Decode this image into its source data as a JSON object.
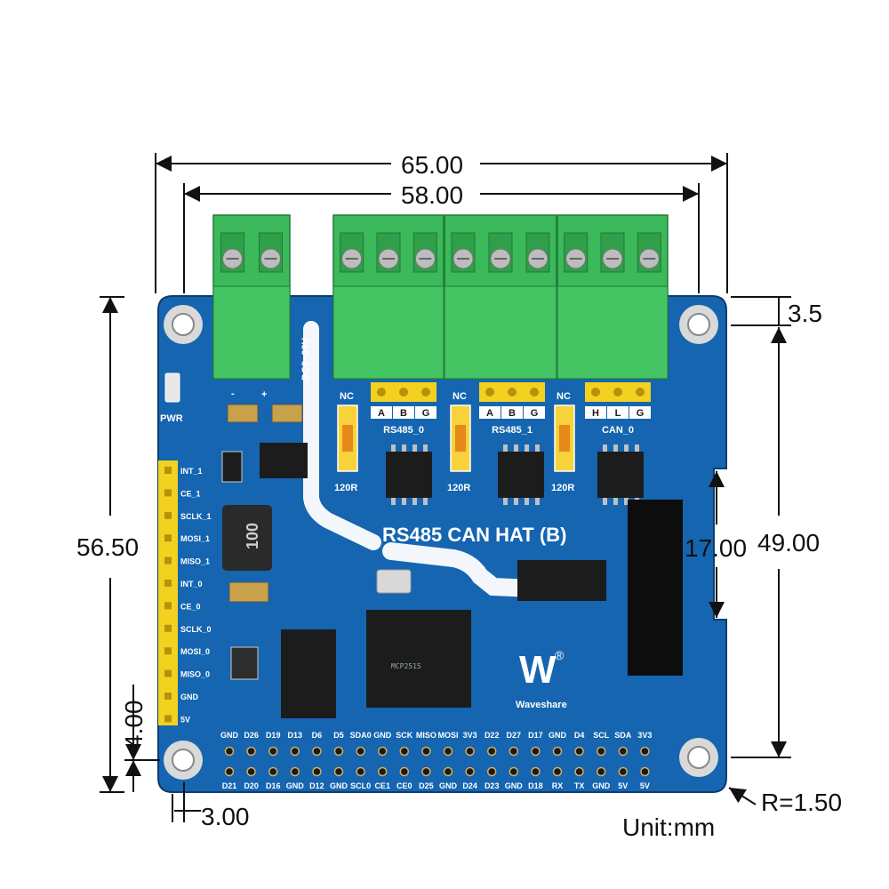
{
  "dimensions": {
    "width_overall": "65.00",
    "width_holes": "58.00",
    "height_overall": "56.50",
    "height_holes": "49.00",
    "top_offset": "3.5",
    "connector_cutout": "17.00",
    "bottom_offset": "4.00",
    "left_offset": "3.00",
    "corner_radius": "R=1.50",
    "unit": "Unit:mm"
  },
  "board": {
    "title": "RS485 CAN HAT (B)",
    "brand": "Waveshare",
    "power_label": "PWR",
    "power_input": "DC8~28V",
    "polarity_minus": "-",
    "polarity_plus": "+",
    "inductor_marking": "100",
    "mcp_marking": "MCP2515",
    "registered_mark": "®",
    "header_labels": [
      "INT_1",
      "CE_1",
      "SCLK_1",
      "MOSI_1",
      "MISO_1",
      "INT_0",
      "CE_0",
      "SCLK_0",
      "MOSI_0",
      "MISO_0",
      "GND",
      "5V"
    ],
    "terminal_groups": [
      {
        "name": "RS485_0",
        "pins": [
          "A",
          "B",
          "G"
        ],
        "jumper_top": "NC",
        "jumper_bottom": "120R"
      },
      {
        "name": "RS485_1",
        "pins": [
          "A",
          "B",
          "G"
        ],
        "jumper_top": "NC",
        "jumper_bottom": "120R"
      },
      {
        "name": "CAN_0",
        "pins": [
          "H",
          "L",
          "G"
        ],
        "jumper_top": "NC",
        "jumper_bottom": "120R"
      }
    ],
    "gpio_top": [
      "GND",
      "D26",
      "D19",
      "D13",
      "D6",
      "D5",
      "SDA0",
      "GND",
      "SCK",
      "MISO",
      "MOSI",
      "3V3",
      "D22",
      "D27",
      "D17",
      "GND",
      "D4",
      "SCL",
      "SDA",
      "3V3"
    ],
    "gpio_bottom": [
      "D21",
      "D20",
      "D16",
      "GND",
      "D12",
      "GND",
      "SCL0",
      "CE1",
      "CE0",
      "D25",
      "GND",
      "D24",
      "D23",
      "GND",
      "D18",
      "RX",
      "TX",
      "GND",
      "5V",
      "5V"
    ]
  },
  "colors": {
    "pcb": "#1565b0",
    "pcb_dark": "#0f4f8f",
    "terminal_green": "#3cb95a",
    "header_yellow": "#f2d21e",
    "silkscreen": "#ffffff",
    "dimension_line": "#111111"
  }
}
